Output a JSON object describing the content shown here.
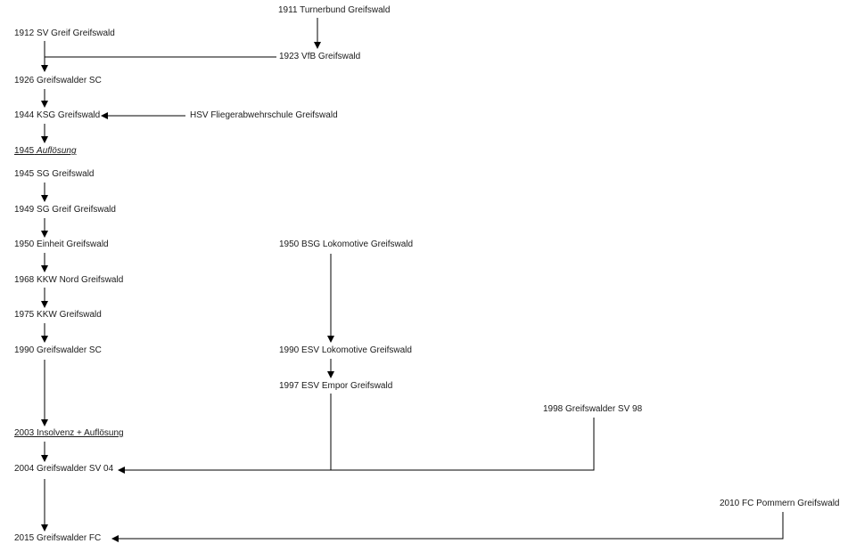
{
  "nodes": {
    "turnerbund": "1911 Turnerbund Greifswald",
    "sv_greif": "1912 SV Greif Greifswald",
    "vfb": "1923 VfB Greifswald",
    "gsc_1926": "1926 Greifswalder SC",
    "ksg": "1944 KSG Greifswald",
    "hsv": "HSV Fliegerabwehrschule Greifswald",
    "aufloesung_1945_year": "1945",
    "aufloesung_1945_word": "Auflösung",
    "sg_1945": "1945 SG Greifswald",
    "sg_greif_1949": "1949 SG Greif Greifswald",
    "einheit_1950": "1950 Einheit Greifswald",
    "bsg_lok_1950": "1950 BSG Lokomotive Greifswald",
    "kkw_nord_1968": "1968 KKW Nord Greifswald",
    "kkw_1975": "1975 KKW Greifswald",
    "gsc_1990": "1990 Greifswalder SC",
    "esv_lok_1990": "1990 ESV Lokomotive Greifswald",
    "esv_empor_1997": "1997 ESV Empor Greifswald",
    "gsv98_1998": "1998 Greifswalder SV 98",
    "insolvenz_2003": "2003 Insolvenz + Auflösung",
    "gsv04_2004": "2004 Greifswalder SV 04",
    "pommern_2010": "2010 FC Pommern Greifswald",
    "gfc_2015": "2015 Greifswalder FC"
  }
}
